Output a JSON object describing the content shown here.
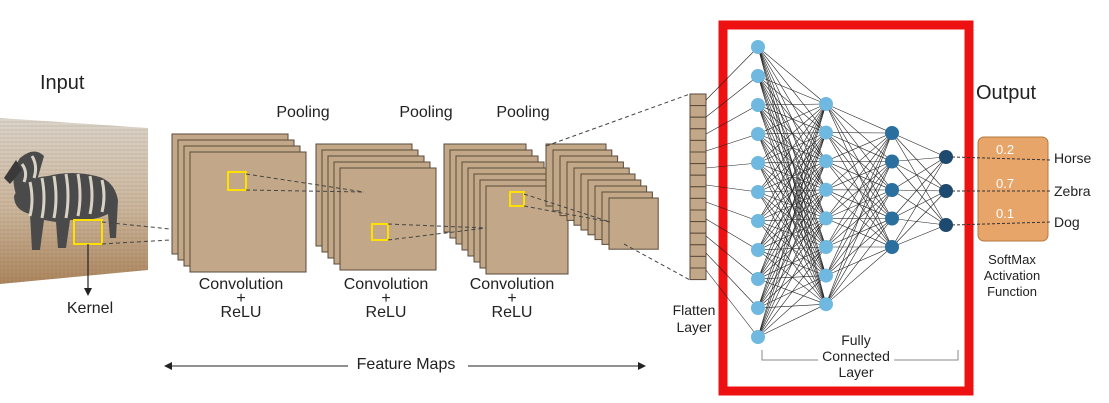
{
  "diagram": {
    "input_label": "Input",
    "kernel_label": "Kernel",
    "pooling_labels": [
      "Pooling",
      "Pooling",
      "Pooling"
    ],
    "conv_labels": [
      {
        "line1": "Convolution",
        "plus": "+",
        "line2": "ReLU"
      },
      {
        "line1": "Convolution",
        "plus": "+",
        "line2": "ReLU"
      },
      {
        "line1": "Convolution",
        "plus": "+",
        "line2": "ReLU"
      }
    ],
    "feature_maps_label": "Feature Maps",
    "flatten_label": {
      "line1": "Flatten",
      "line2": "Layer"
    },
    "fc_label": {
      "line1": "Fully",
      "line2": "Connected",
      "line3": "Layer"
    },
    "output_label": "Output",
    "softmax_label": {
      "line1": "SoftMax",
      "line2": "Activation",
      "line3": "Function"
    },
    "outputs": [
      {
        "prob": "0.2",
        "class": "Horse"
      },
      {
        "prob": "0.7",
        "class": "Zebra"
      },
      {
        "prob": "0.1",
        "class": "Dog"
      }
    ],
    "colors": {
      "feature_map": "#c2a888",
      "feature_map_edge": "#5a4a3a",
      "highlight_box": "#ffe000",
      "fc_highlight": "#ee1111",
      "node_light": "#6fb9e0",
      "node_mid": "#2a6f9e",
      "node_dark": "#1d4a6e",
      "softmax_box": "#e8a56a"
    }
  }
}
